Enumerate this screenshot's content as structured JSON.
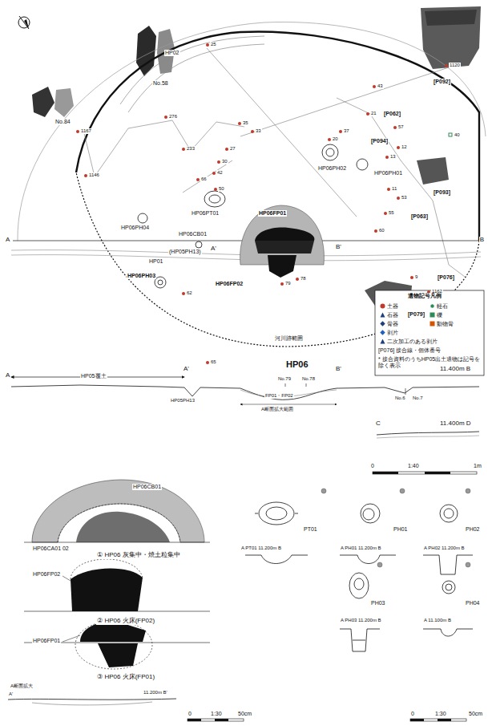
{
  "diagram": {
    "labels": [
      "No.58",
      "No.84",
      "[P092]",
      "[P094]",
      "[P062]",
      "[P093]",
      "[P063]",
      "[P076]",
      "[P079]",
      "HP02",
      "HP01",
      "HP06PH01",
      "HP06PH02",
      "HP06PT01",
      "HP06CB01",
      "HP06PH04",
      "(HP05PH13)",
      "HP06PH03",
      "HP06FP01",
      "HP06FP02",
      "HP06",
      "河川跡範囲",
      "A",
      "B",
      "A'",
      "B'",
      "25",
      "1120",
      "1167",
      "1146",
      "276",
      "233",
      "35",
      "33",
      "27",
      "30",
      "42",
      "66",
      "50",
      "62",
      "79",
      "78",
      "9",
      "1162",
      "43",
      "57",
      "21",
      "13",
      "12",
      "11",
      "53",
      "55",
      "60",
      "20",
      "40",
      "37",
      "A",
      "A'",
      "B'",
      "11.400m B",
      "HP05覆土",
      "HP05PH13",
      "No.79",
      "No.78",
      "FP01・FP02",
      "A断面拡大範囲",
      "No.6",
      "No.7",
      "65",
      "C",
      "11.400m D",
      "0",
      "1:40",
      "1m",
      "HP06CB01",
      "HP06CA01 02",
      "① HP06 灰集中・焼土粒集中",
      "HP06FP02",
      "② HP06 火床(FP02)",
      "HP06FP01",
      "③ HP06 火床(FP01)",
      "A断面拡大",
      "A'",
      "11.200m B'",
      "0",
      "1:30",
      "50cm",
      "PT01",
      "A PT01 11.200m B",
      "PH01",
      "A PH01 11.200m B",
      "PH02",
      "A PH02 11.200m B",
      "PH03",
      "A PH03 11.200m B",
      "PH04",
      "A 11.100m B",
      "0",
      "1:30",
      "50cm",
      "遺物記号凡例"
    ],
    "legend": [
      {
        "text": "土器",
        "color": "#c0392b"
      },
      {
        "text": "軽石",
        "color": "#2e8b57"
      },
      {
        "text": "石器",
        "color": "#1f3f7a"
      },
      {
        "text": "礫",
        "color": "#2e8b57"
      },
      {
        "text": "骨器",
        "color": "#1f3f7a"
      },
      {
        "text": "動物骨",
        "color": "#d35400"
      },
      {
        "text": "剥片",
        "color": "#1f5fbf"
      },
      {
        "text": "二次加工のある剥片",
        "color": "#1f3f7a"
      },
      {
        "text": "[P076] 接合線・個体番号"
      },
      {
        "text": "* 接合資料のうちHP05出土遺物は記号を除く表示"
      }
    ]
  }
}
